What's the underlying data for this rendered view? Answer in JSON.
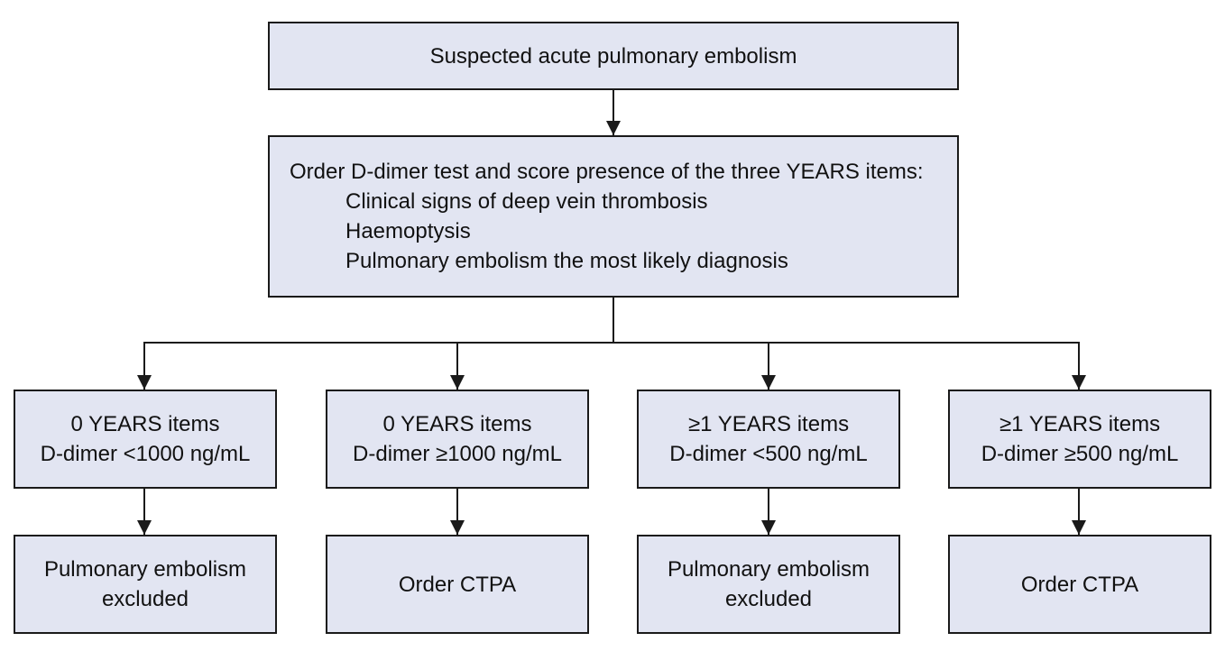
{
  "start": {
    "label": "Suspected acute pulmonary embolism"
  },
  "order_step": {
    "heading": "Order D-dimer test and score presence of the three YEARS items:",
    "items": [
      "Clinical signs of deep vein thrombosis",
      "Haemoptysis",
      "Pulmonary embolism the most likely diagnosis"
    ]
  },
  "branches": [
    {
      "condition_line1": "0 YEARS items",
      "condition_line2": "D-dimer <1000 ng/mL",
      "outcome_line1": "Pulmonary embolism",
      "outcome_line2": "excluded"
    },
    {
      "condition_line1": "0 YEARS items",
      "condition_line2": "D-dimer ≥1000 ng/mL",
      "outcome_line1": "Order CTPA",
      "outcome_line2": ""
    },
    {
      "condition_line1": "≥1 YEARS items",
      "condition_line2": "D-dimer <500 ng/mL",
      "outcome_line1": "Pulmonary embolism",
      "outcome_line2": "excluded"
    },
    {
      "condition_line1": "≥1 YEARS items",
      "condition_line2": "D-dimer ≥500 ng/mL",
      "outcome_line1": "Order CTPA",
      "outcome_line2": ""
    }
  ],
  "colors": {
    "box_fill": "#e2e5f2",
    "box_border": "#1a1a1a",
    "connector": "#1a1a1a"
  }
}
